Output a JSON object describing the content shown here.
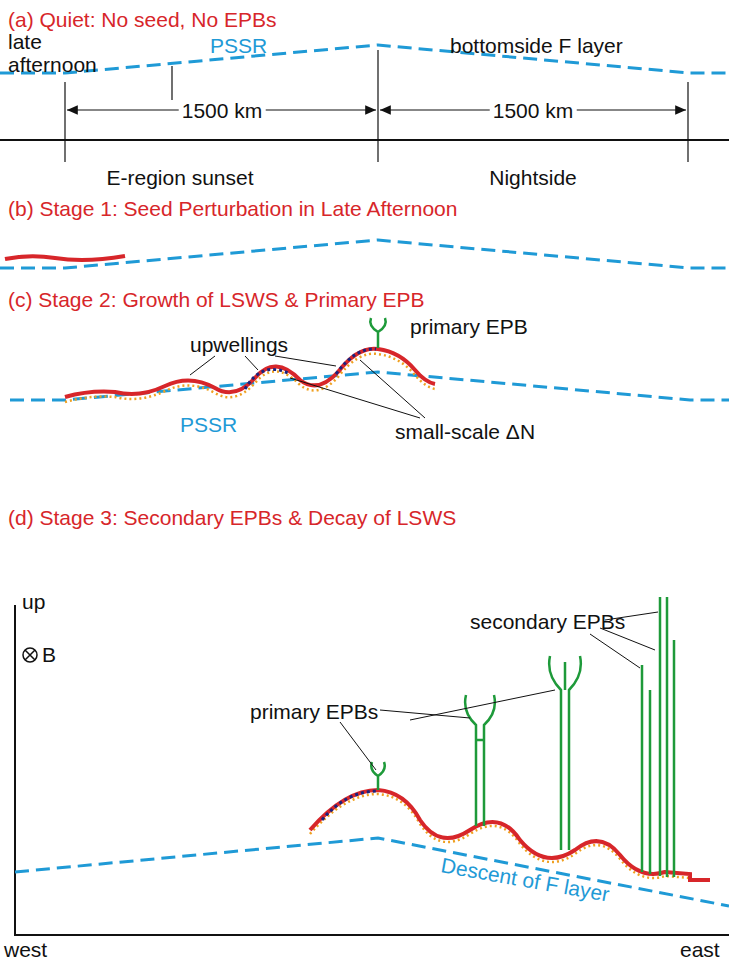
{
  "diagram": {
    "labels": [
      "(a) Quiet: No seed, No EPBs",
      "late afternoon",
      "PSSR",
      "bottomside F layer",
      "1500 km",
      "1500 km",
      "E-region sunset",
      "Nightside",
      "(b) Stage 1: Seed Perturbation in Late Afternoon",
      "(c) Stage 2: Growth of LSWS & Primary EPB",
      "upwellings",
      "primary EPB",
      "PSSR",
      "small-scale ΔN",
      "(d) Stage 3: Secondary EPBs & Decay of LSWS",
      "primary EPBs",
      "secondary EPBs",
      "up",
      "B",
      "Descent of F layer",
      "west",
      "east"
    ]
  }
}
